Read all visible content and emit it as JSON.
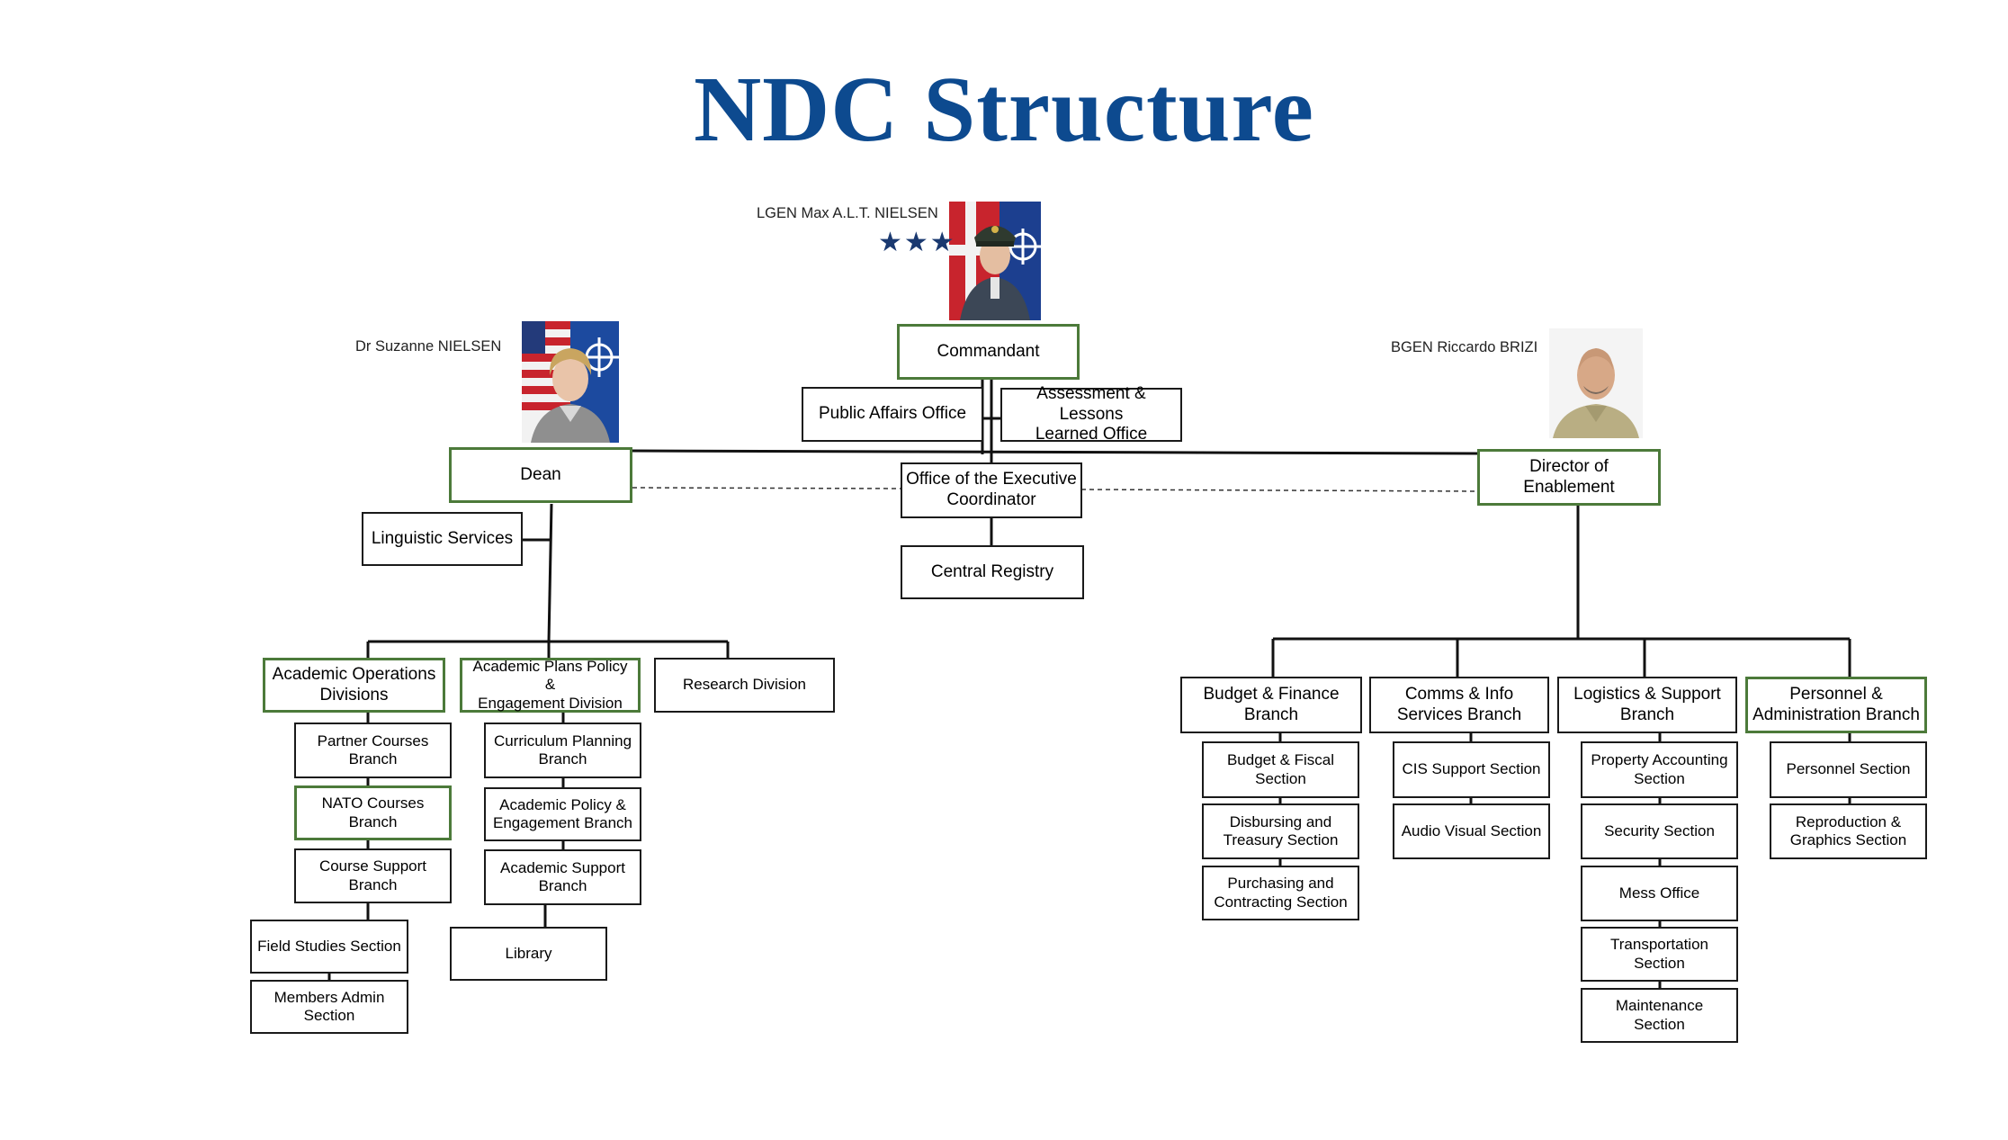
{
  "title": "NDC Structure",
  "people": {
    "commandant": {
      "name": "LGEN Max A.L.T. NIELSEN",
      "stars": "★★★"
    },
    "dean": {
      "name": "Dr Suzanne NIELSEN"
    },
    "director": {
      "name": "BGEN Riccardo BRIZI"
    }
  },
  "top": {
    "commandant": "Commandant",
    "public_affairs": "Public Affairs Office",
    "assessment": "Assessment & Lessons\nLearned Office",
    "dean": "Dean",
    "exec_coord": "Office of the Executive\nCoordinator",
    "central_registry": "Central Registry",
    "director": "Director of\nEnablement",
    "linguistic": "Linguistic Services"
  },
  "academic": {
    "ops_divisions": "Academic Operations\nDivisions",
    "plans_policy": "Academic Plans Policy &\nEngagement Division",
    "research": "Research Division",
    "partner_courses": "Partner Courses\nBranch",
    "nato_courses": "NATO Courses Branch",
    "course_support": "Course Support\nBranch",
    "field_studies": "Field Studies Section",
    "members_admin": "Members Admin\nSection",
    "curriculum": "Curriculum Planning\nBranch",
    "academic_policy": "Academic Policy &\nEngagement Branch",
    "academic_support": "Academic Support\nBranch",
    "library": "Library"
  },
  "enablement": {
    "budget_finance": "Budget & Finance\nBranch",
    "comms_info": "Comms & Info\nServices Branch",
    "logistics": "Logistics & Support\nBranch",
    "personnel_admin": "Personnel &\nAdministration Branch",
    "budget_fiscal": "Budget & Fiscal\nSection",
    "disbursing": "Disbursing and\nTreasury Section",
    "purchasing": "Purchasing and\nContracting Section",
    "cis_support": "CIS Support Section",
    "audio_visual": "Audio Visual Section",
    "property": "Property Accounting\nSection",
    "security": "Security Section",
    "mess": "Mess Office",
    "transportation": "Transportation\nSection",
    "maintenance": "Maintenance\nSection",
    "personnel_section": "Personnel Section",
    "reproduction": "Reproduction &\nGraphics Section"
  },
  "colors": {
    "title": "#0d4a8f",
    "green_border": "#4c7a3a",
    "box_border": "#1a1a1a"
  }
}
